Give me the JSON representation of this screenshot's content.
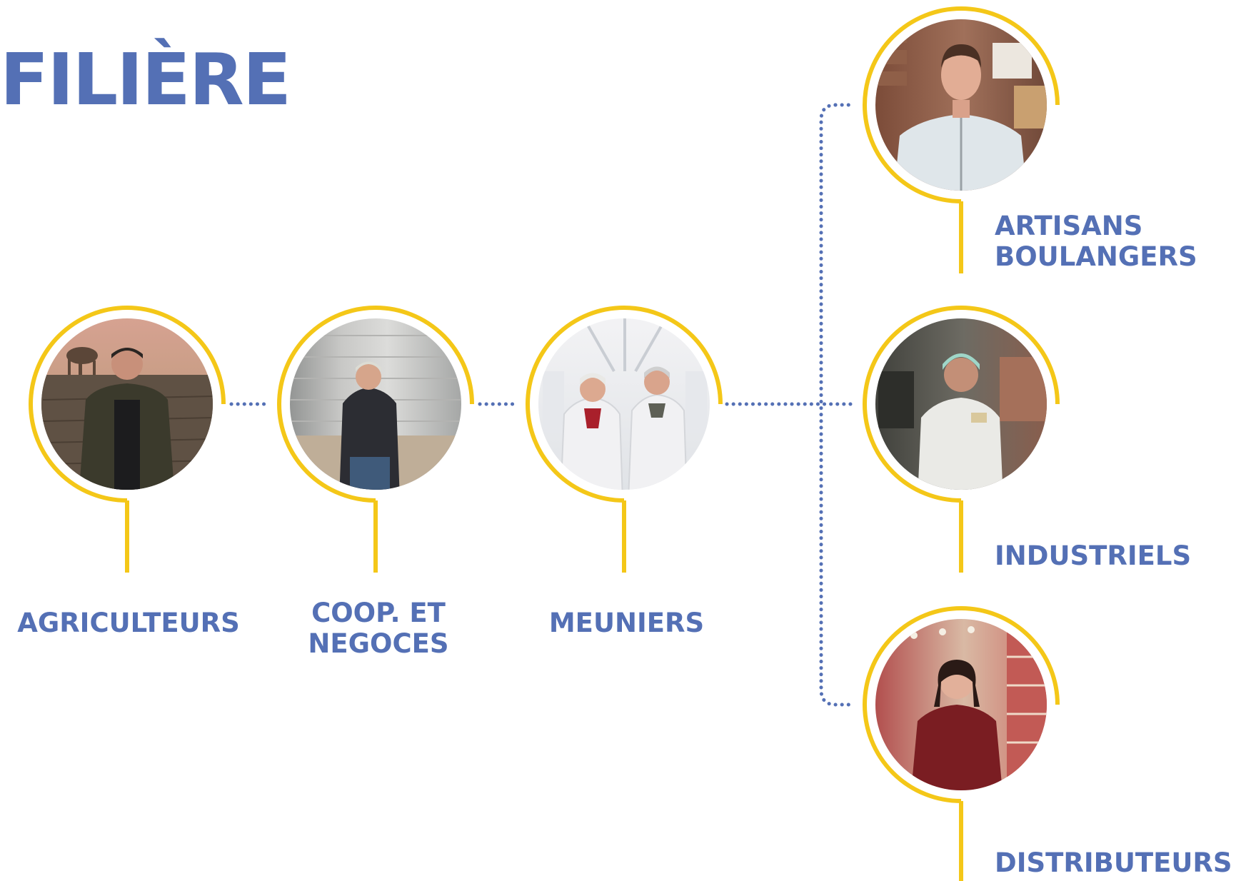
{
  "title": "FILIÈRE",
  "colors": {
    "title": "#5470b5",
    "label": "#5470b5",
    "ring": "#f4c718",
    "dots": "#5470b5"
  },
  "nodes": [
    {
      "id": "agriculteurs",
      "label_lines": [
        "AGRICULTEURS"
      ],
      "photo": "farmer-in-field-icon"
    },
    {
      "id": "coop",
      "label_lines": [
        "COOP. ET",
        "NEGOCES"
      ],
      "photo": "woman-by-grain-silos-icon"
    },
    {
      "id": "meuniers",
      "label_lines": [
        "MEUNIERS"
      ],
      "photo": "two-millers-in-white-coats-icon"
    },
    {
      "id": "artisans",
      "label_lines": [
        "ARTISANS",
        "BOULANGERS"
      ],
      "photo": "baker-in-bakery-icon"
    },
    {
      "id": "industriels",
      "label_lines": [
        "INDUSTRIELS"
      ],
      "photo": "factory-worker-with-hairnet-icon"
    },
    {
      "id": "distributeurs",
      "label_lines": [
        "DISTRIBUTEURS"
      ],
      "photo": "woman-in-supermarket-icon"
    }
  ]
}
